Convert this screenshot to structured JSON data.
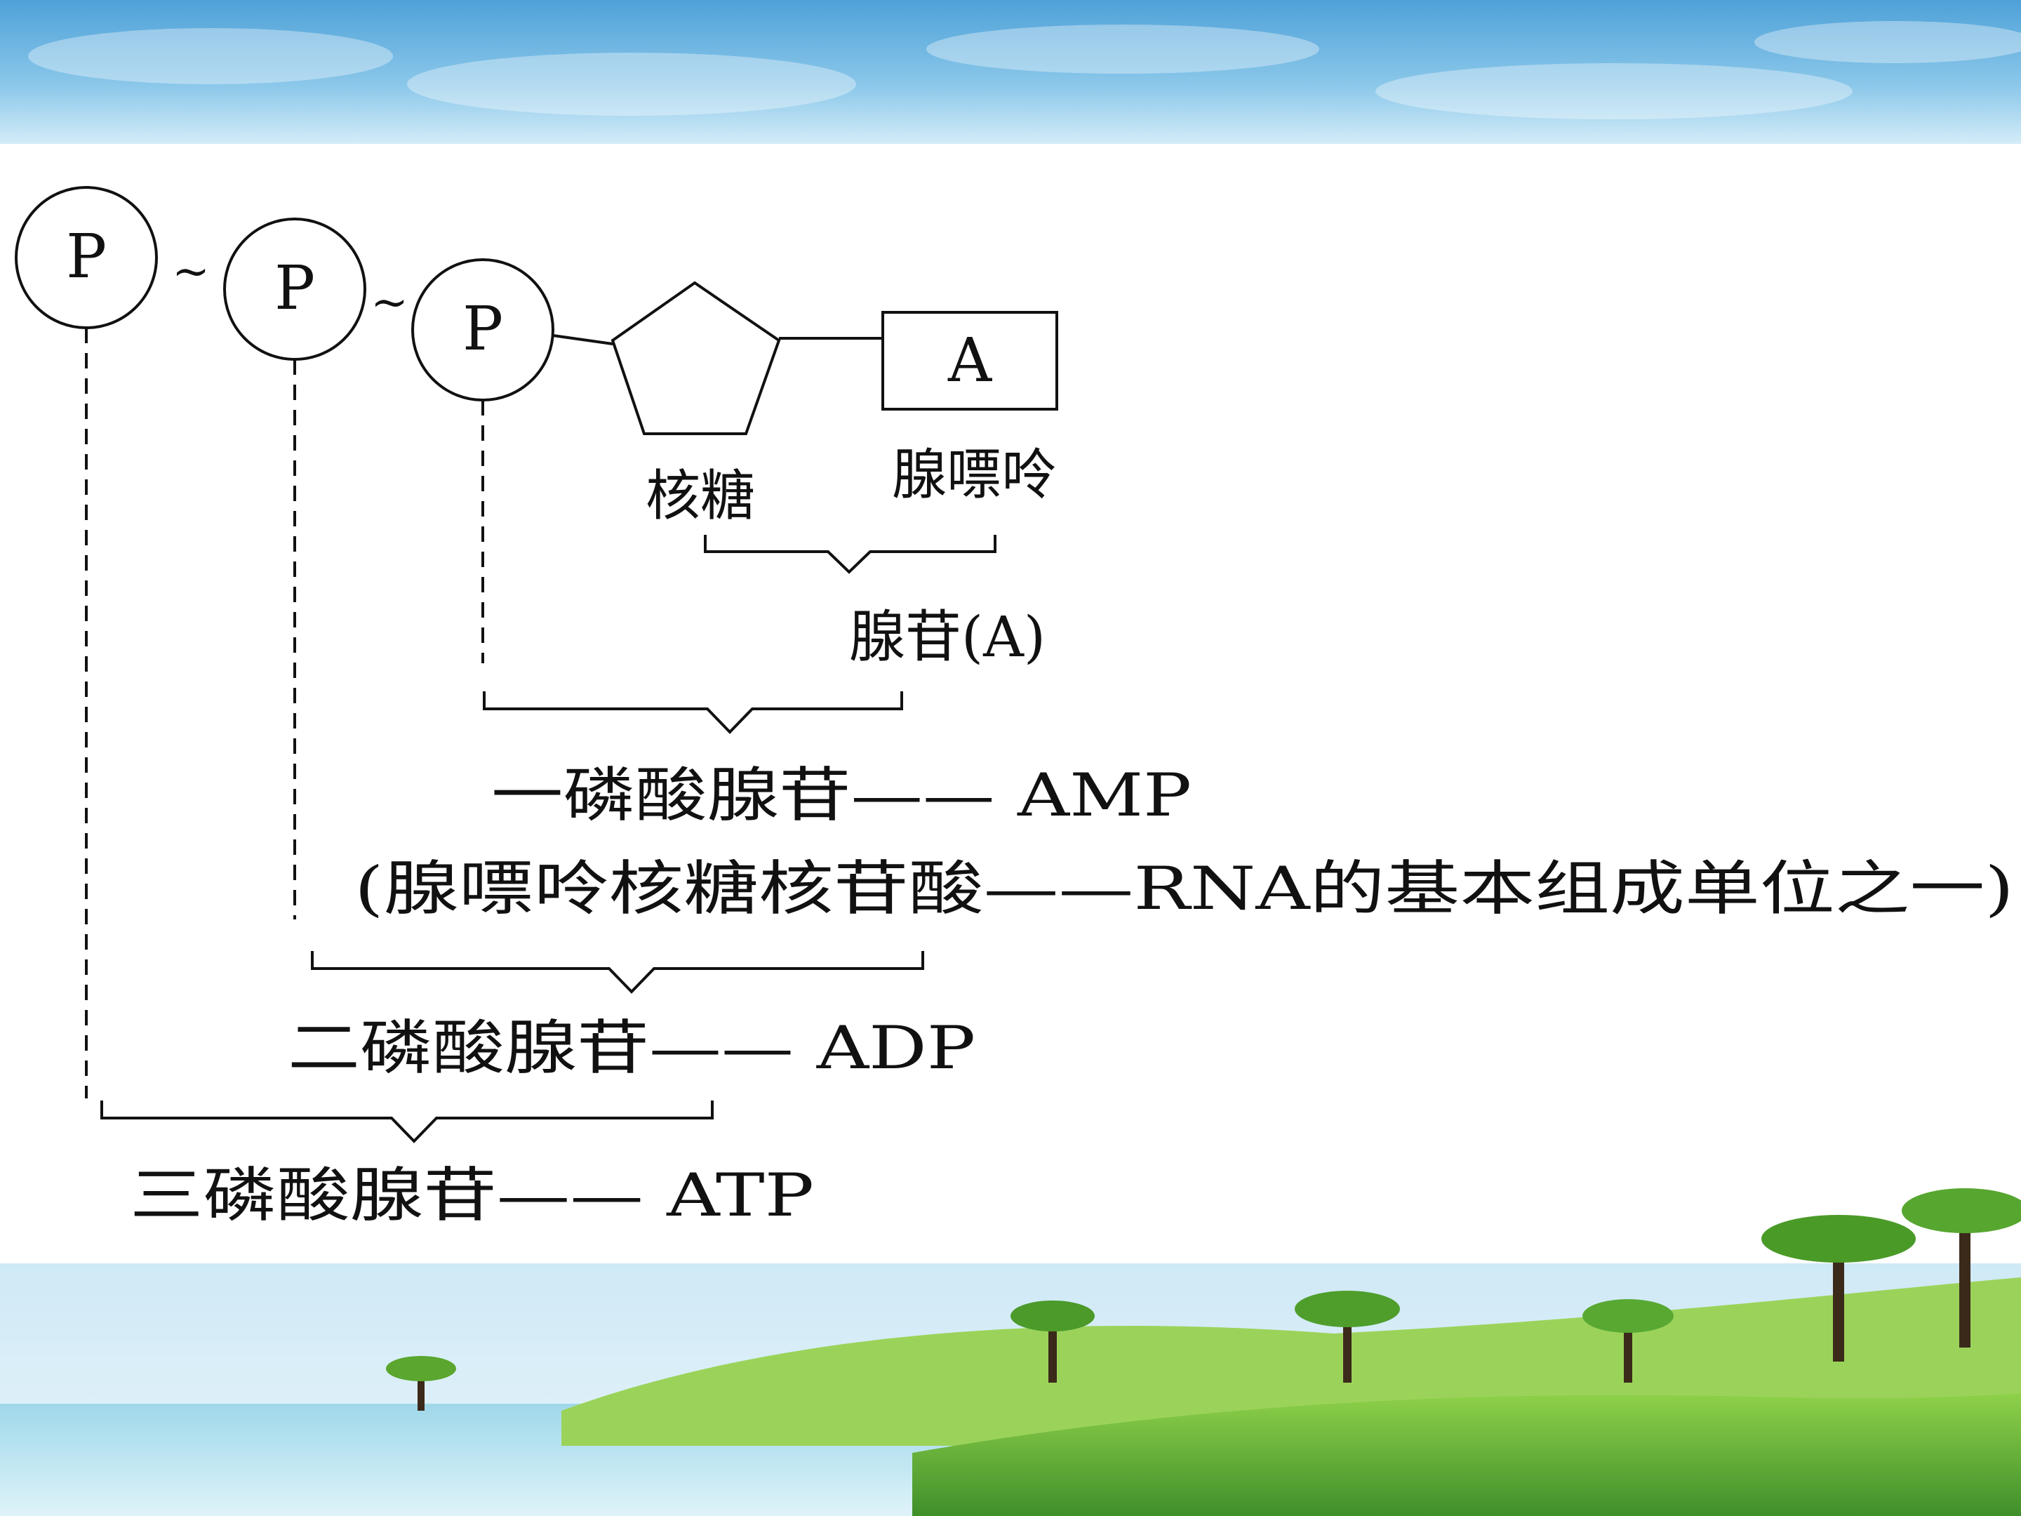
{
  "phosphates": [
    "P",
    "P",
    "P"
  ],
  "bonds": [
    "~",
    "~"
  ],
  "base_symbol": "A",
  "labels": {
    "ribose": "核糖",
    "adenine": "腺嘌呤",
    "adenosine": "腺苷(A)",
    "amp": "一磷酸腺苷—— AMP",
    "amp_note": "(腺嘌呤核糖核苷酸——RNA的基本组成单位之一)",
    "adp": "二磷酸腺苷—— ADP",
    "atp": "三磷酸腺苷—— ATP"
  },
  "colors": {
    "sky_top": "#5aa9dc",
    "sky_bottom": "#cfe9f7",
    "hill": "#6fbf3a",
    "water": "#b7e3f0",
    "ink": "#111111"
  }
}
